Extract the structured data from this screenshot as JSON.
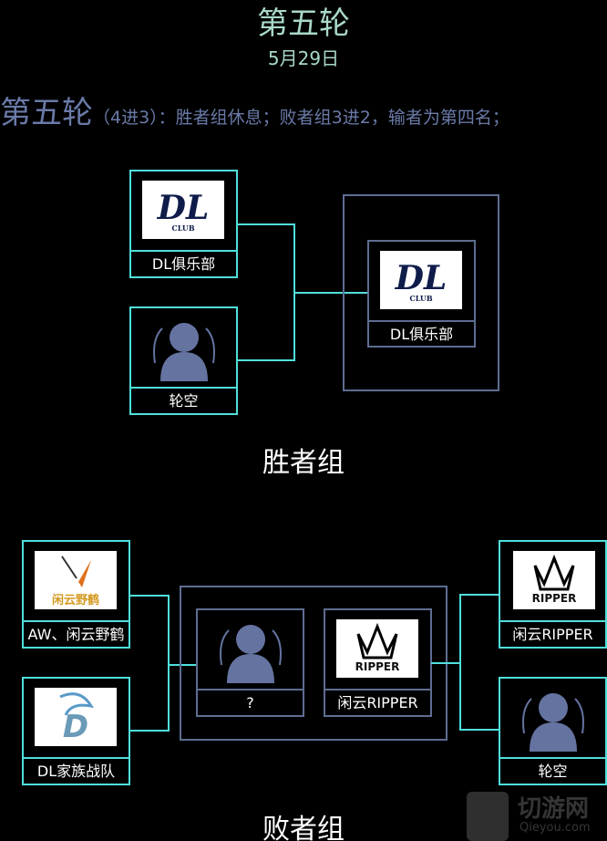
{
  "header": {
    "title": "第五轮",
    "date": "5月29日"
  },
  "description": {
    "round": "第五轮",
    "text": "（4进3）：胜者组休息；败者组3进2，输者为第四名；"
  },
  "winners": {
    "label": "胜者组",
    "teams": [
      "DL俱乐部",
      "轮空"
    ],
    "result": "DL俱乐部"
  },
  "losers": {
    "label": "败者组",
    "left": [
      "AW、闲云野鹤",
      "DL家族战队"
    ],
    "middle": [
      "?",
      "闲云RIPPER"
    ],
    "right": [
      "闲云RIPPER",
      "轮空"
    ]
  },
  "logos": {
    "dl": "DL",
    "dl_sub": "CLUB",
    "ripper": "RIPPER",
    "xyyh": "闲云野鹤"
  },
  "watermark": {
    "brand": "切游网",
    "url": "Qieyou.com"
  },
  "colors": {
    "accent": "#4fe0dc",
    "muted": "#5f6d92",
    "title": "#a8d8c8",
    "desc": "#6a7aa8"
  }
}
